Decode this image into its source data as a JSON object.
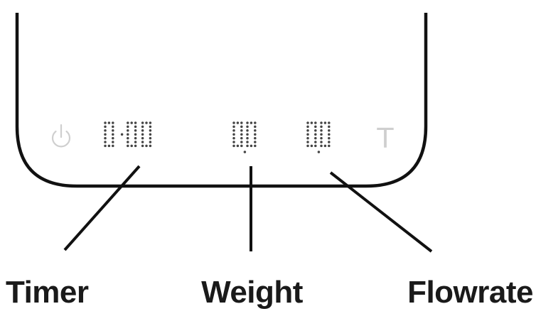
{
  "device": {
    "frame_color": "#111111",
    "icon_color": "#cfcfcf",
    "dot_color": "#444444",
    "power_button": {
      "icon": "power-icon"
    },
    "timer_display": {
      "value": "0:00"
    },
    "weight_display": {
      "value": "0.0"
    },
    "flowrate_display": {
      "value": "0.0"
    },
    "tare_button": {
      "icon": "tare-icon",
      "glyph": "T"
    }
  },
  "labels": {
    "timer": "Timer",
    "weight": "Weight",
    "flowrate": "Flowrate"
  },
  "leader_line_color": "#111111"
}
